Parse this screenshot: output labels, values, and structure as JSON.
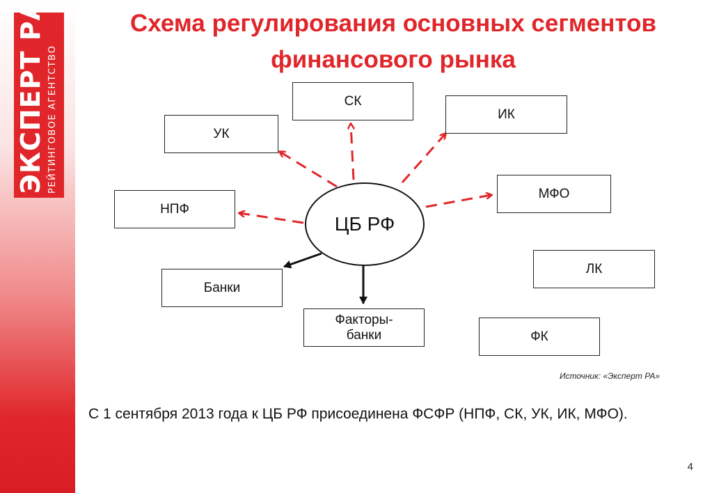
{
  "logo": {
    "main": "ЭКСПЕРТ РА",
    "sub": "РЕЙТИНГОВОЕ АГЕНТСТВО"
  },
  "title": "Схема регулирования основных сегментов финансового рынка",
  "center": "ЦБ РФ",
  "boxes": {
    "sk": "СК",
    "uk": "УК",
    "ik": "ИК",
    "mfo": "МФО",
    "npf": "НПФ",
    "lk": "ЛК",
    "banks": "Банки",
    "factor_banks": "Факторы-банки",
    "fk": "ФК"
  },
  "source": "Источник: «Эксперт РА»",
  "note": "С 1 сентября 2013 года к ЦБ РФ присоединена ФСФР (НПФ, СК, УК, ИК, МФО).",
  "page_number": "4",
  "colors": {
    "accent_red": "#e0262a",
    "dashed_arrow": "#e0262a",
    "solid_arrow": "#111111"
  }
}
